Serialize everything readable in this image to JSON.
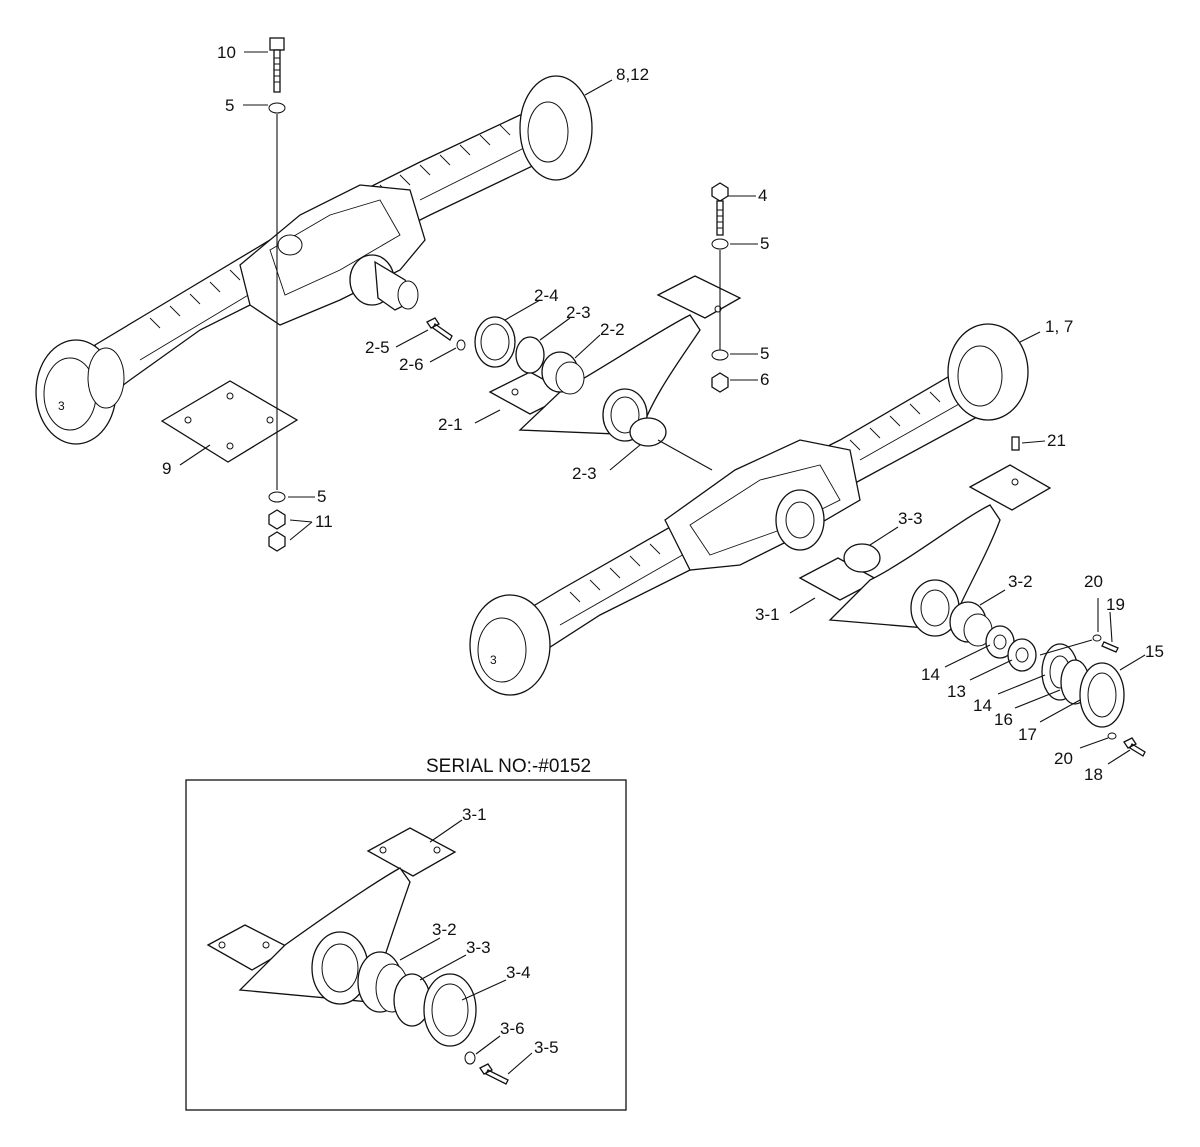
{
  "labels": {
    "l10": "10",
    "l5a": "5",
    "l812": "8,12",
    "l4": "4",
    "l5b": "5",
    "l24": "2-4",
    "l23a": "2-3",
    "l22": "2-2",
    "l25": "2-5",
    "l26": "2-6",
    "l5c": "5",
    "l6": "6",
    "l17": "1, 7",
    "l21a": "2-1",
    "l9": "9",
    "l23b": "2-3",
    "l21": "21",
    "l5d": "5",
    "l11": "11",
    "l33": "3-3",
    "l32": "3-2",
    "l20a": "20",
    "l19": "19",
    "l31": "3-1",
    "l15": "15",
    "l14a": "14",
    "l13": "13",
    "l14b": "14",
    "l16": "16",
    "l17b": "17",
    "l20b": "20",
    "l18": "18"
  },
  "serial_note": "SERIAL NO:-#0152",
  "inset_labels": {
    "i31": "3-1",
    "i32": "3-2",
    "i33": "3-3",
    "i34": "3-4",
    "i36": "3-6",
    "i35": "3-5"
  }
}
